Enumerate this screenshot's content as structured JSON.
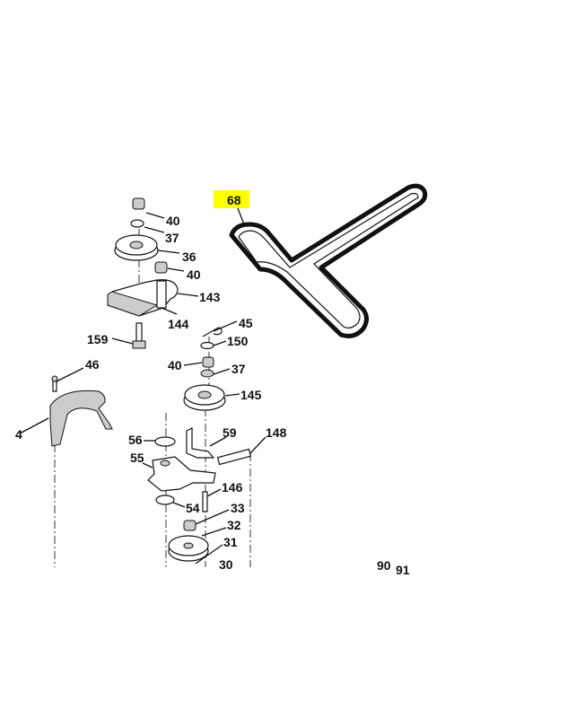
{
  "diagram": {
    "callouts": {
      "belt": "68",
      "nut_top": "40",
      "washer_top": "37",
      "idler_pulley_top": "36",
      "nut_bracket": "40",
      "bracket": "143",
      "bracket_plate": "144",
      "bolt": "159",
      "spring_pin": "45",
      "washer_150": "150",
      "nut_mid": "40",
      "washer_mid": "37",
      "belt_guard_bolt": "46",
      "idler_pulley_mid": "145",
      "belt_guard": "4",
      "washer_56": "56",
      "idler_bracket": "59",
      "spring": "148",
      "idler_arm": "55",
      "shoulder_bolt": "146",
      "washer_54": "54",
      "nut_33": "33",
      "pulley_32": "32",
      "pulley_31": "31",
      "part_30": "30",
      "part_90": "90",
      "part_91": "91"
    },
    "highlight_color": "#ffff00"
  }
}
